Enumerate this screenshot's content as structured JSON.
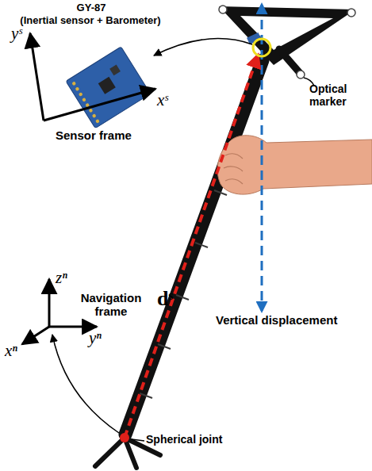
{
  "diagram": {
    "labels": [
      "GY-87",
      "(Inertial sensor + Barometer)",
      "yˢ",
      "xˢ",
      "Sensor frame",
      "Optical marker",
      "dˢ",
      "Vertical displacement",
      "zⁿ",
      "Navigation frame",
      "xⁿ",
      "yⁿ",
      "Spherical joint"
    ]
  }
}
